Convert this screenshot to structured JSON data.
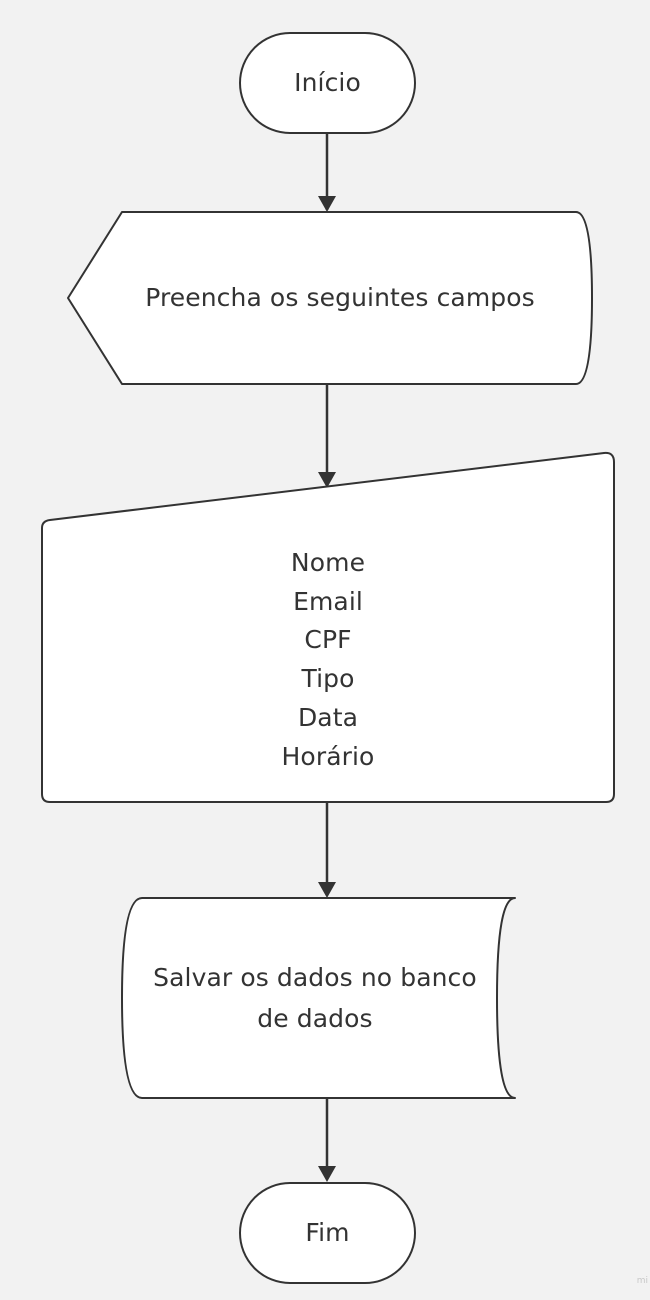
{
  "nodes": {
    "start": {
      "label": "Início"
    },
    "display": {
      "label": "Preencha os seguintes campos"
    },
    "input": {
      "fields": [
        "Nome",
        "Email",
        "CPF",
        "Tipo",
        "Data",
        "Horário"
      ]
    },
    "storage": {
      "lines": [
        "Salvar os dados no banco",
        "de dados"
      ]
    },
    "end": {
      "label": "Fim"
    }
  },
  "edges": [
    {
      "from": "start",
      "to": "display"
    },
    {
      "from": "display",
      "to": "input"
    },
    {
      "from": "input",
      "to": "storage"
    },
    {
      "from": "storage",
      "to": "end"
    }
  ],
  "colors": {
    "background": "#f2f2f2",
    "shape_fill": "#ffffff",
    "stroke": "#333333",
    "text": "#333333"
  },
  "watermark": "mi"
}
